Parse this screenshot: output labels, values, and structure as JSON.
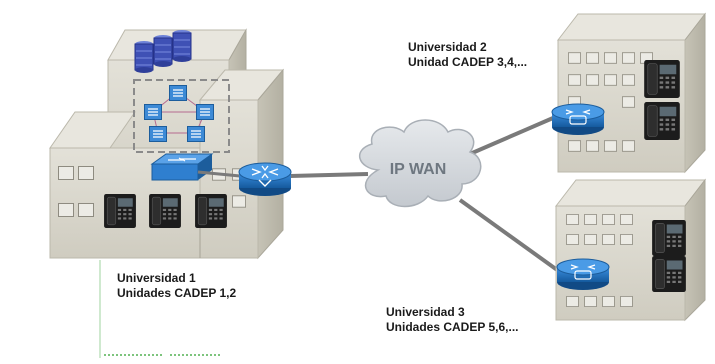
{
  "network": {
    "wan_label": "IP WAN"
  },
  "sites": [
    {
      "name": "Universidad 1",
      "units": "Unidades CADEP 1,2"
    },
    {
      "name": "Universidad 2",
      "units": "Unidad CADEP 3,4,..."
    },
    {
      "name": "Universidad 3",
      "units": "Unidades CADEP 5,6,..."
    }
  ],
  "colors": {
    "building": "#dcdad0",
    "building_shade": "#c2bfb2",
    "link": "#8c8c8c",
    "router": "#1f6fbf",
    "cloud": "#d4d8dd",
    "phone": "#1c1c1c",
    "server": "#3f51b5"
  }
}
